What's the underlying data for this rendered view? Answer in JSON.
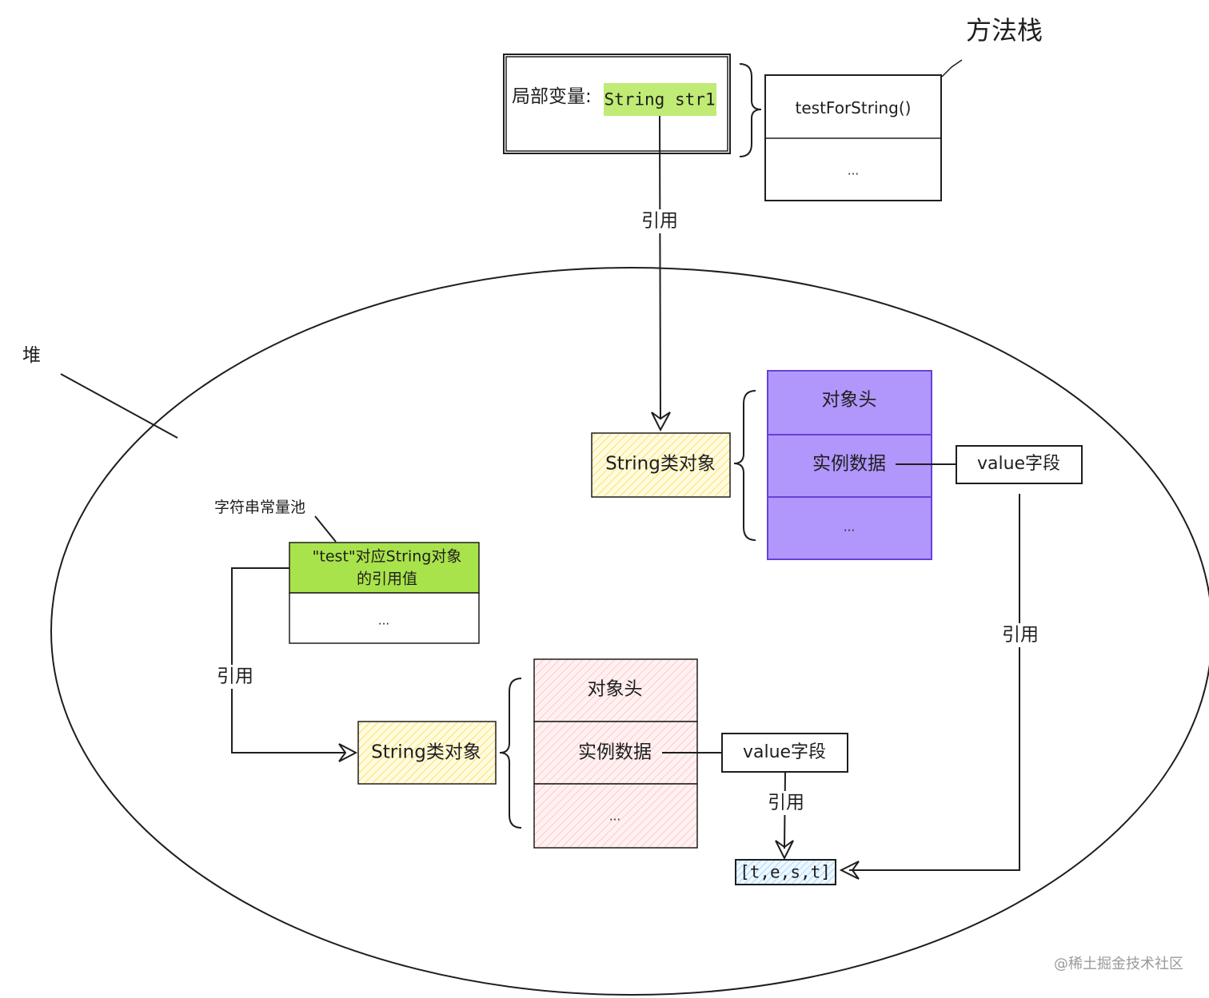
{
  "titles": {
    "method_stack": "方法栈",
    "heap": "堆",
    "string_pool": "字符串常量池"
  },
  "stack_frame": {
    "local_var_label": "局部变量:",
    "local_var_value": "String str1",
    "frame_method": "testForString()",
    "frame_more": "..."
  },
  "top_object": {
    "string_object": "String类对象",
    "header": "对象头",
    "instance_data": "实例数据",
    "more": "...",
    "value_field": "value字段"
  },
  "pool": {
    "entry_line1": "\"test\"对应String对象",
    "entry_line2": "的引用值",
    "more": "..."
  },
  "bottom_object": {
    "string_object": "String类对象",
    "header": "对象头",
    "instance_data": "实例数据",
    "more": "...",
    "value_field": "value字段"
  },
  "char_array": "[t,e,s,t]",
  "edge_labels": {
    "str1_to_object": "引用",
    "pool_to_object": "引用",
    "value_to_array": "引用",
    "top_value_to_array": "引用"
  },
  "watermark": "@稀土掘金技术社区",
  "colors": {
    "green_fill": "#b2f2bb",
    "lime_fill": "#a9e34b",
    "yellow_fill": "#ffec99",
    "violet_fill": "#b197fc",
    "violet_stroke": "#6741d9",
    "pink_fill": "#ffc9c9",
    "blue_fill": "#a5d8ff",
    "stroke": "#1e1e1e"
  }
}
